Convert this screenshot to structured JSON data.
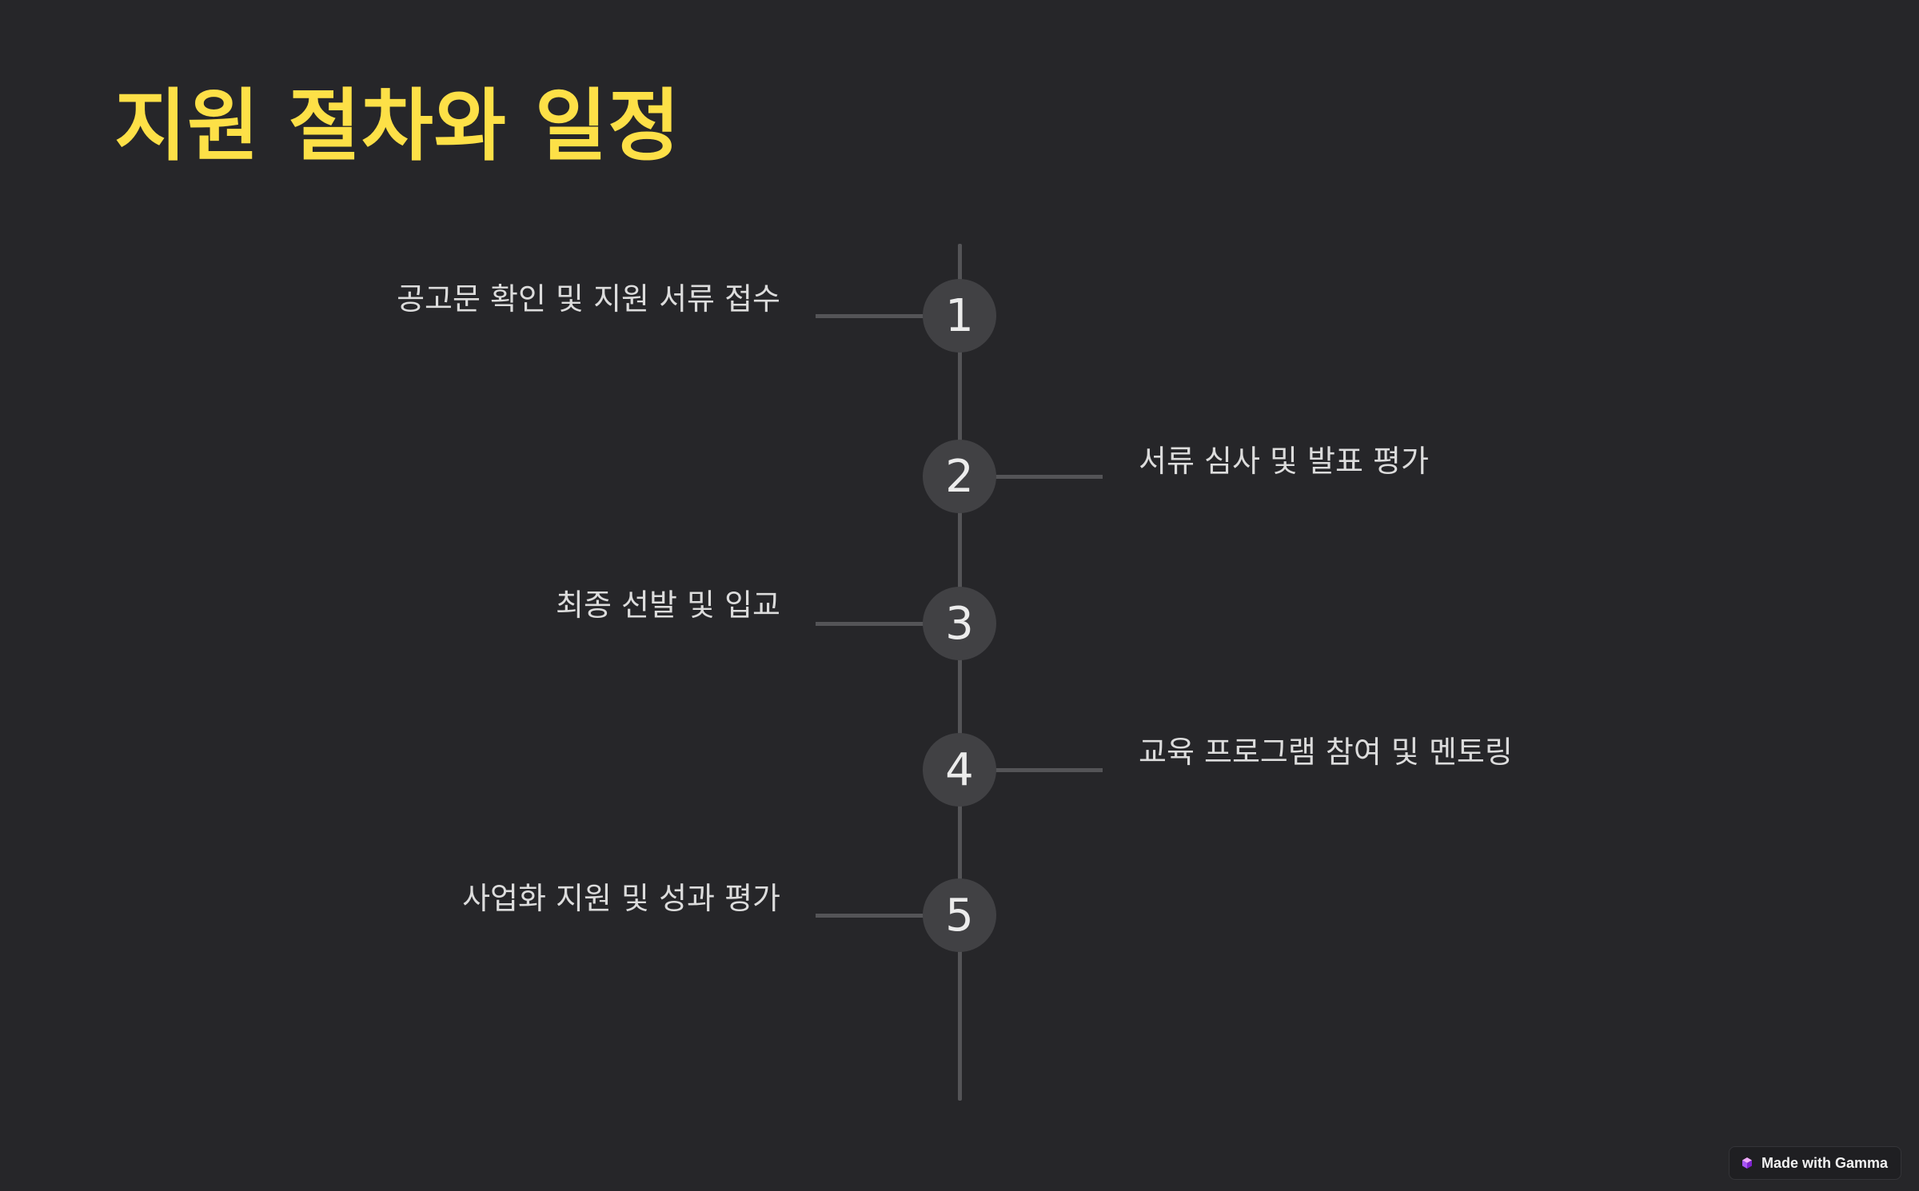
{
  "title": "지원 절차와 일정",
  "steps": [
    {
      "number": "1",
      "label": "공고문 확인 및 지원 서류 접수",
      "side": "left"
    },
    {
      "number": "2",
      "label": "서류 심사 및 발표 평가",
      "side": "right"
    },
    {
      "number": "3",
      "label": "최종 선발 및 입교",
      "side": "left"
    },
    {
      "number": "4",
      "label": "교육 프로그램 참여 및 멘토링",
      "side": "right"
    },
    {
      "number": "5",
      "label": "사업화 지원 및 성과 평가",
      "side": "left"
    }
  ],
  "badge": {
    "label": "Made with Gamma",
    "icon": "gamma-cube-icon"
  },
  "colors": {
    "background": "#262629",
    "title": "#fde047",
    "node": "#414144",
    "line": "#545457",
    "text": "#dcdcdc"
  }
}
